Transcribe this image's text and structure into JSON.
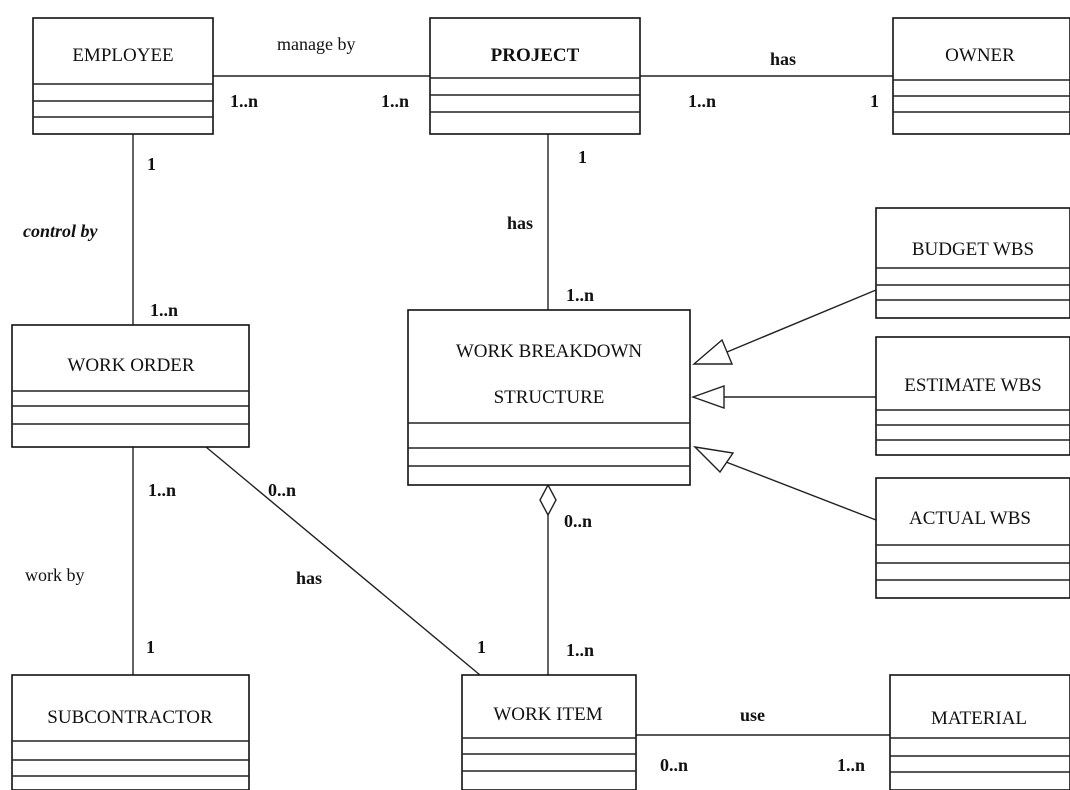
{
  "classes": {
    "employee": "EMPLOYEE",
    "project": "PROJECT",
    "owner": "OWNER",
    "budget_wbs": "BUDGET WBS",
    "estimate_wbs": "ESTIMATE WBS",
    "actual_wbs": "ACTUAL WBS",
    "wbs_line1": "WORK BREAKDOWN",
    "wbs_line2": "STRUCTURE",
    "work_order": "WORK ORDER",
    "subcontractor": "SUBCONTRACTOR",
    "work_item": "WORK ITEM",
    "material": "MATERIAL"
  },
  "associations": {
    "manage_by": "manage by",
    "project_owner": "has",
    "project_wbs": "has",
    "control_by": "control by",
    "work_by": "work by",
    "workorder_workitem": "has",
    "use": "use"
  },
  "multiplicities": {
    "employee_manage": "1..n",
    "project_manage": "1..n",
    "project_owner": "1..n",
    "owner_project": "1",
    "project_wbs": "1",
    "wbs_project": "1..n",
    "employee_control": "1",
    "workorder_control": "1..n",
    "workorder_work": "1..n",
    "workorder_has": "0..n",
    "subcontractor_work": "1",
    "workitem_has": "1",
    "wbs_workitem": "0..n",
    "workitem_wbs": "1..n",
    "workitem_use": "0..n",
    "material_use": "1..n"
  }
}
